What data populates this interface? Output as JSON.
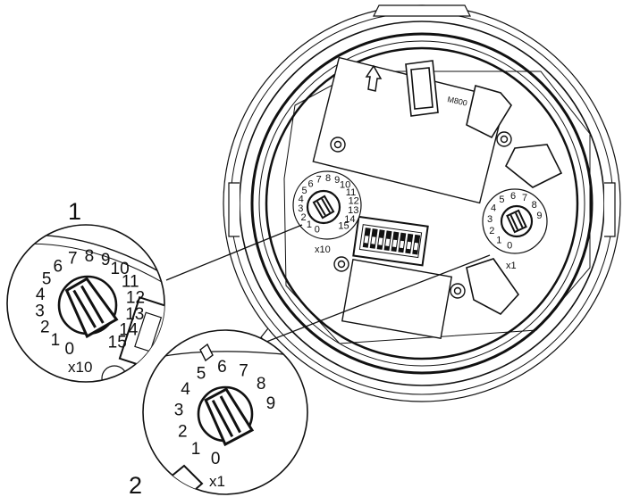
{
  "model_label": "M800",
  "callouts": [
    {
      "number": "1",
      "multiplier": "x10",
      "dial_type": "tens",
      "digits": [
        "0",
        "1",
        "2",
        "3",
        "4",
        "5",
        "6",
        "7",
        "8",
        "9",
        "10",
        "11",
        "12",
        "13",
        "14",
        "15"
      ]
    },
    {
      "number": "2",
      "multiplier": "x1",
      "dial_type": "ones",
      "digits": [
        "0",
        "1",
        "2",
        "3",
        "4",
        "5",
        "6",
        "7",
        "8",
        "9"
      ]
    }
  ],
  "dip_switch": {
    "positions": 8
  },
  "colors": {
    "line": "#111111",
    "background": "#ffffff"
  }
}
